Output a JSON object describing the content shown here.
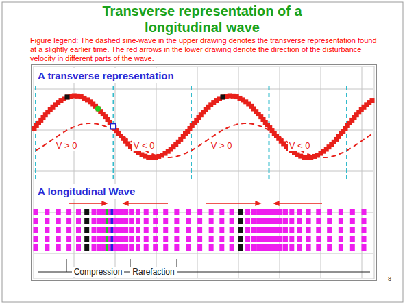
{
  "diagram": {
    "title": "Transverse representation of a longitudinal wave",
    "caption": "Figure legend: The dashed sine-wave in the upper drawing denotes the transverse representation found at a slightly earlier time. The red arrows in the lower drawing denote the direction of the disturbance velocity in different parts of the wave.",
    "labels": [
      "A transverse representation",
      "V > 0",
      "V < 0",
      "V > 0",
      "V < 0",
      "A longitudinal Wave",
      "Compression",
      "Rarefaction",
      "8"
    ]
  }
}
